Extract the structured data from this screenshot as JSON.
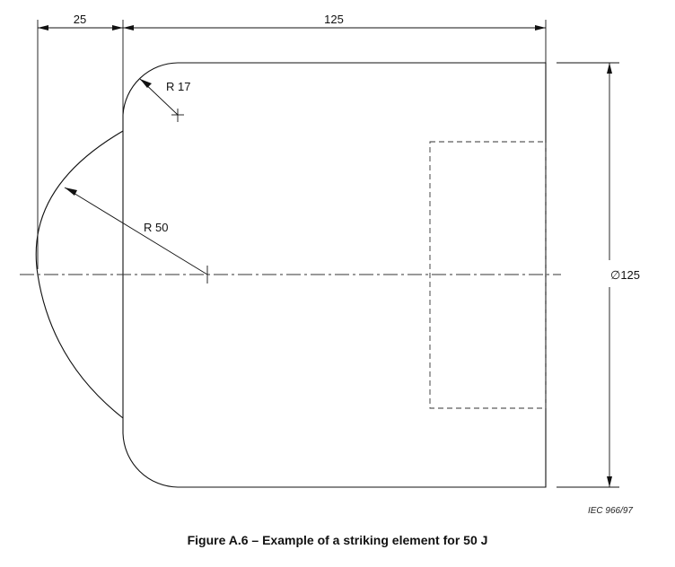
{
  "drawing": {
    "dim_top_left": "25",
    "dim_top_right": "125",
    "radius_small": "R 17",
    "radius_large": "R 50",
    "diameter": "∅125",
    "reference": "IEC  966/97"
  },
  "caption": "Figure A.6 – Example of a striking element for 50 J"
}
